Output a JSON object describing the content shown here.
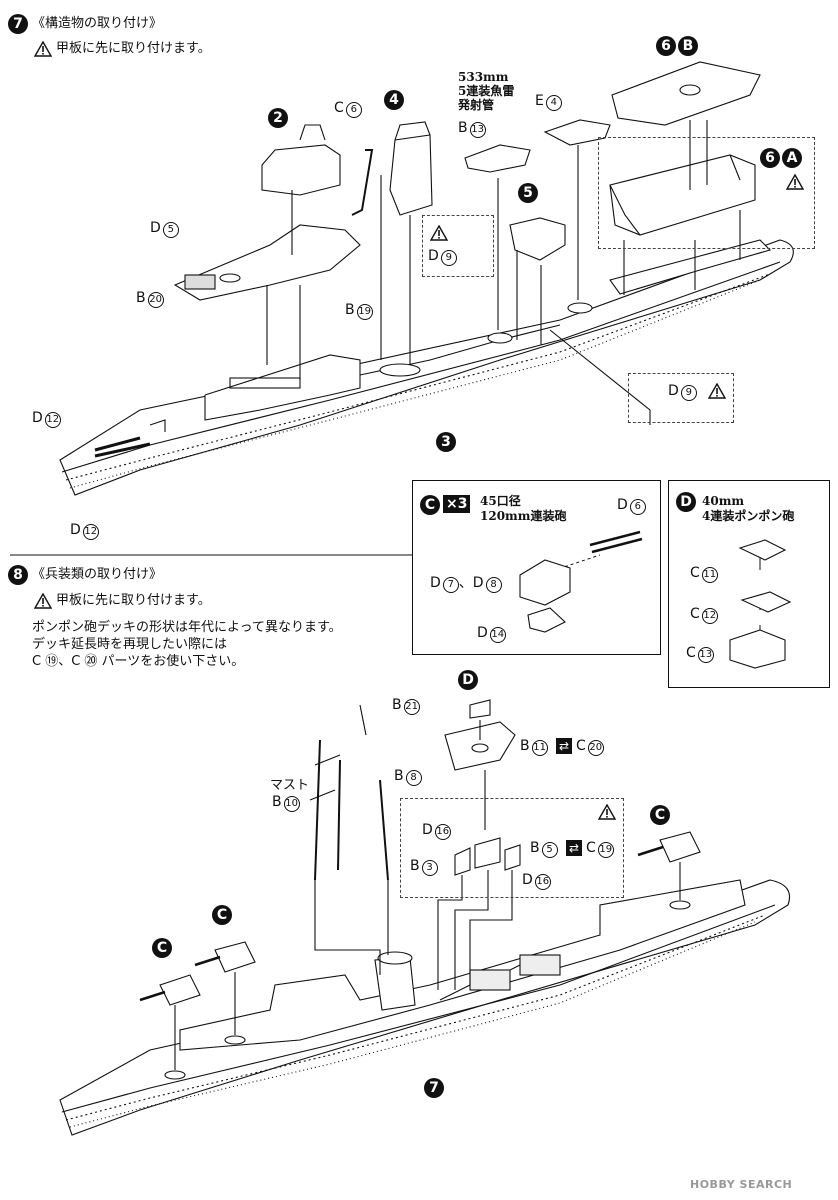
{
  "step7": {
    "number": "7",
    "title": "《構造物の取り付け》",
    "warning": "甲板に先に取り付けます。",
    "torpedo_label_l1": "533mm",
    "torpedo_label_l2": "5連装魚雷",
    "torpedo_label_l3": "発射管",
    "sub_2": "2",
    "sub_4": "4",
    "sub_5": "5",
    "sub_3": "3",
    "sub_6B_num": "6",
    "sub_6B_letter": "B",
    "sub_6A_num": "6",
    "sub_6A_letter": "A",
    "parts": {
      "C6": "C",
      "C6n": "6",
      "D5": "D",
      "D5n": "5",
      "B20": "B",
      "B20n": "20",
      "B19": "B",
      "B19n": "19",
      "D9a": "D",
      "D9an": "9",
      "D9b": "D",
      "D9bn": "9",
      "B13": "B",
      "B13n": "13",
      "E4": "E",
      "E4n": "4",
      "D12a": "D",
      "D12an": "12",
      "D12b": "D",
      "D12bn": "12"
    }
  },
  "box_c": {
    "letter": "C",
    "times": "×3",
    "title_l1": "45口径",
    "title_l2": "120mm連装砲",
    "D6": "D",
    "D6n": "6",
    "D7": "D",
    "D7n": "7",
    "sep": "、",
    "D8": "D",
    "D8n": "8",
    "D14": "D",
    "D14n": "14"
  },
  "box_d": {
    "letter": "D",
    "title_l1": "40mm",
    "title_l2": "4連装ポンポン砲",
    "C11": "C",
    "C11n": "11",
    "C12": "C",
    "C12n": "12",
    "C13": "C",
    "C13n": "13"
  },
  "step8": {
    "number": "8",
    "title": "《兵装類の取り付け》",
    "warning": "甲板に先に取り付けます。",
    "note_l1": "ポンポン砲デッキの形状は年代によって異なります。",
    "note_l2": "デッキ延長時を再現したい際には",
    "note_l3": "C ⑲、C ⑳ パーツをお使い下さい。",
    "mast": "マスト",
    "B10": "B",
    "B10n": "10",
    "B21": "B",
    "B21n": "21",
    "B8": "B",
    "B8n": "8",
    "D_marker": "D",
    "B11": "B",
    "B11n": "11",
    "C20": "C",
    "C20n": "20",
    "D16a": "D",
    "D16an": "16",
    "B5": "B",
    "B5n": "5",
    "C19": "C",
    "C19n": "19",
    "B3": "B",
    "B3n": "3",
    "D16b": "D",
    "D16bn": "16",
    "marker_c": "C",
    "sub_7": "7"
  },
  "watermark": "HOBBY SEARCH"
}
